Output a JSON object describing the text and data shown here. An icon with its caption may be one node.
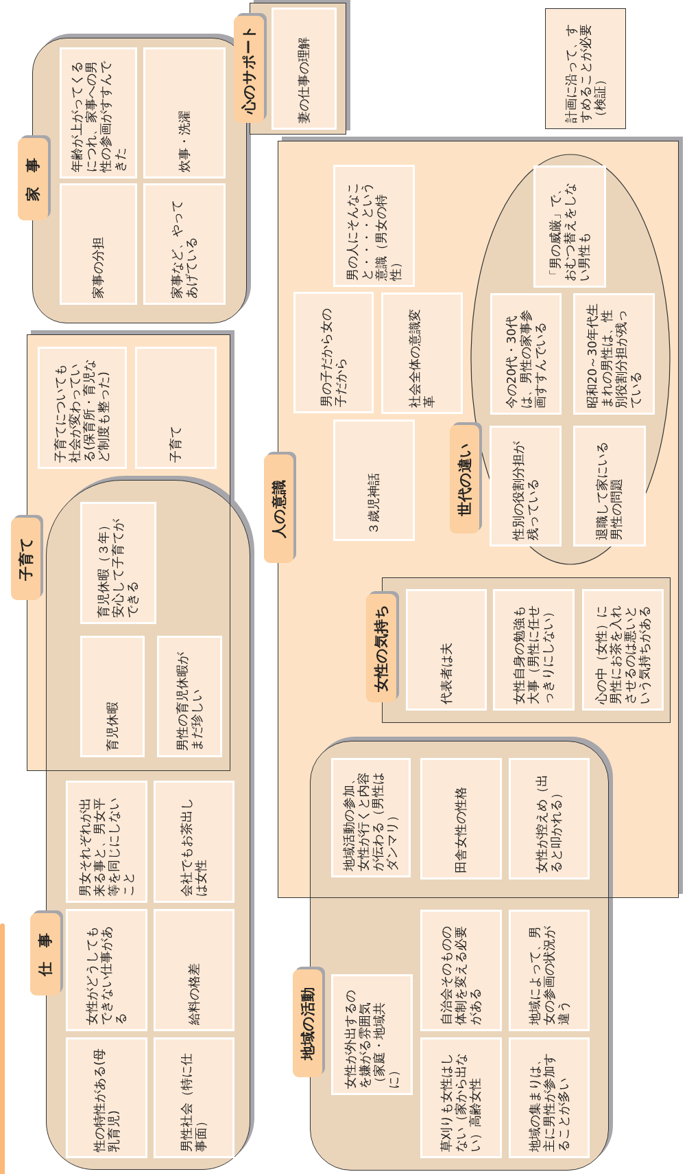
{
  "diagram": {
    "nodes": [
      {
        "text": [
          "家　事"
        ]
      },
      {
        "text": [
          "家事の分担"
        ],
        "in": 0
      },
      {
        "text": [
          "年齢が上がってくるにつれ、家事への男性の参画がすすんできた"
        ],
        "in": 0
      },
      {
        "text": [
          "家事など、やってあげている"
        ],
        "in": 0
      },
      {
        "text": [
          "炊事・洗濯"
        ],
        "in": 0
      },
      {
        "text": [
          "心のサポート"
        ]
      },
      {
        "text": [
          "妻の仕事の理解"
        ],
        "in": 5
      },
      {
        "text": [
          "計画に沿って、すすめることが必要（検証）"
        ]
      },
      {
        "text": [
          "人の意識"
        ]
      },
      {
        "text": [
          "男の子だから女の子だから"
        ],
        "in": 8
      },
      {
        "text": [
          "男の人にそんなこと・・・・という意識（男女の特性）"
        ],
        "in": 8
      },
      {
        "text": [
          "社会全体の意識変革"
        ],
        "in": 8
      },
      {
        "text": [
          "３歳児神話"
        ],
        "in": 8
      },
      {
        "text": [
          "世代の違い"
        ],
        "in": 8
      },
      {
        "text": [
          "今の20代・30代は、男性の家事参画すすんでいる"
        ],
        "in": 13
      },
      {
        "text": [
          "「男の威厳」で、おむつ替えをしない男性も"
        ],
        "in": 13
      },
      {
        "text": [
          "昭和20～30年代生まれの男性は、性別役割分担が残っている"
        ],
        "in": 13
      },
      {
        "text": [
          "性別の役割分担が残っている"
        ],
        "in": 13
      },
      {
        "text": [
          "退職して家にいる男性の問題"
        ],
        "in": 13
      },
      {
        "text": [
          "女性の気持ち"
        ],
        "in": 8
      },
      {
        "text": [
          "代表者は夫"
        ],
        "in": 19
      },
      {
        "text": [
          "女性自身の勉強も大事（男性に任せっきりにしない）"
        ],
        "in": 19
      },
      {
        "text": [
          "心の中（女性）に男性にお茶を入れさせるのは悪いという気持ちがある"
        ],
        "in": 19
      },
      {
        "text": [
          "子育て"
        ]
      },
      {
        "text": [
          "子育てについても社会が変わっている(保育所・育児など制度も整った)"
        ],
        "in": 23
      },
      {
        "text": [
          "子育て"
        ],
        "in": 23
      },
      {
        "text": [
          "仕　事"
        ]
      },
      {
        "text": [
          "育児休暇（３年）安心して子育てができる"
        ]
      },
      {
        "text": [
          "育児休暇"
        ]
      },
      {
        "text": [
          "男性の育児休暇がまだ珍しい"
        ]
      },
      {
        "text": [
          "男女それぞれが出来る事と、男女平等を同じにしないこと"
        ],
        "in": 26
      },
      {
        "text": [
          "会社でもお茶出しは女性"
        ],
        "in": 26
      },
      {
        "text": [
          "女性がどうしてもできない仕事がある"
        ],
        "in": 26
      },
      {
        "text": [
          "給料の格差"
        ],
        "in": 26
      },
      {
        "text": [
          "性の特性がある(母乳育児)"
        ],
        "in": 26
      },
      {
        "text": [
          "男性社会（特に仕事面）"
        ],
        "in": 26
      },
      {
        "text": [
          "地域の活動"
        ]
      },
      {
        "text": [
          "地域活動の参加、女性が行くと内容が伝わる（男性はダンマリ）"
        ]
      },
      {
        "text": [
          "田舎女性の性格"
        ]
      },
      {
        "text": [
          "女性が控えめ（出ると叩かれる）"
        ]
      },
      {
        "text": [
          "女性が外出するのを嫌がる雰囲気（家庭・地域共に）"
        ],
        "in": 36
      },
      {
        "text": [
          "自治会そのものの体制を変える必要がある"
        ],
        "in": 36
      },
      {
        "text": [
          "地域によって、男女の参画の状況が違う"
        ],
        "in": 36
      },
      {
        "text": [
          "草刈りも女性はしない（家から出ない）高齢女性"
        ],
        "in": 36
      },
      {
        "text": [
          "地域の集まりは、主に男性が参加することが多い"
        ],
        "in": 36
      }
    ]
  }
}
